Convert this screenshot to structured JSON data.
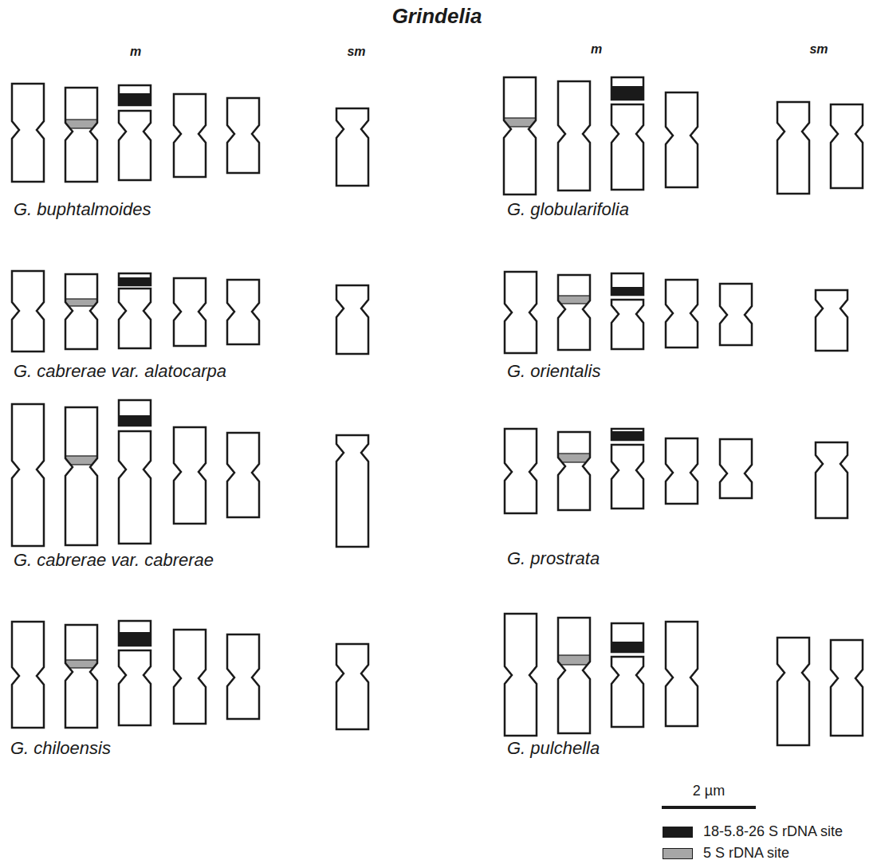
{
  "diagram": {
    "title": "Grindelia",
    "labels": [
      "m",
      "sm",
      "m",
      "sm",
      "G. buphtalmoides",
      "G. globularifolia",
      "G. cabrerae var. alatocarpa",
      "G. orientalis",
      "G. cabrerae var. cabrerae",
      "G. prostrata",
      "G. chiloensis",
      "G. pulchella",
      "2 µm"
    ],
    "legend": [
      {
        "text": "18-5.8-26 S rDNA site",
        "color": "#1a1a1a"
      },
      {
        "text": "5 S rDNA site",
        "color": "#a6a6a6"
      }
    ]
  }
}
